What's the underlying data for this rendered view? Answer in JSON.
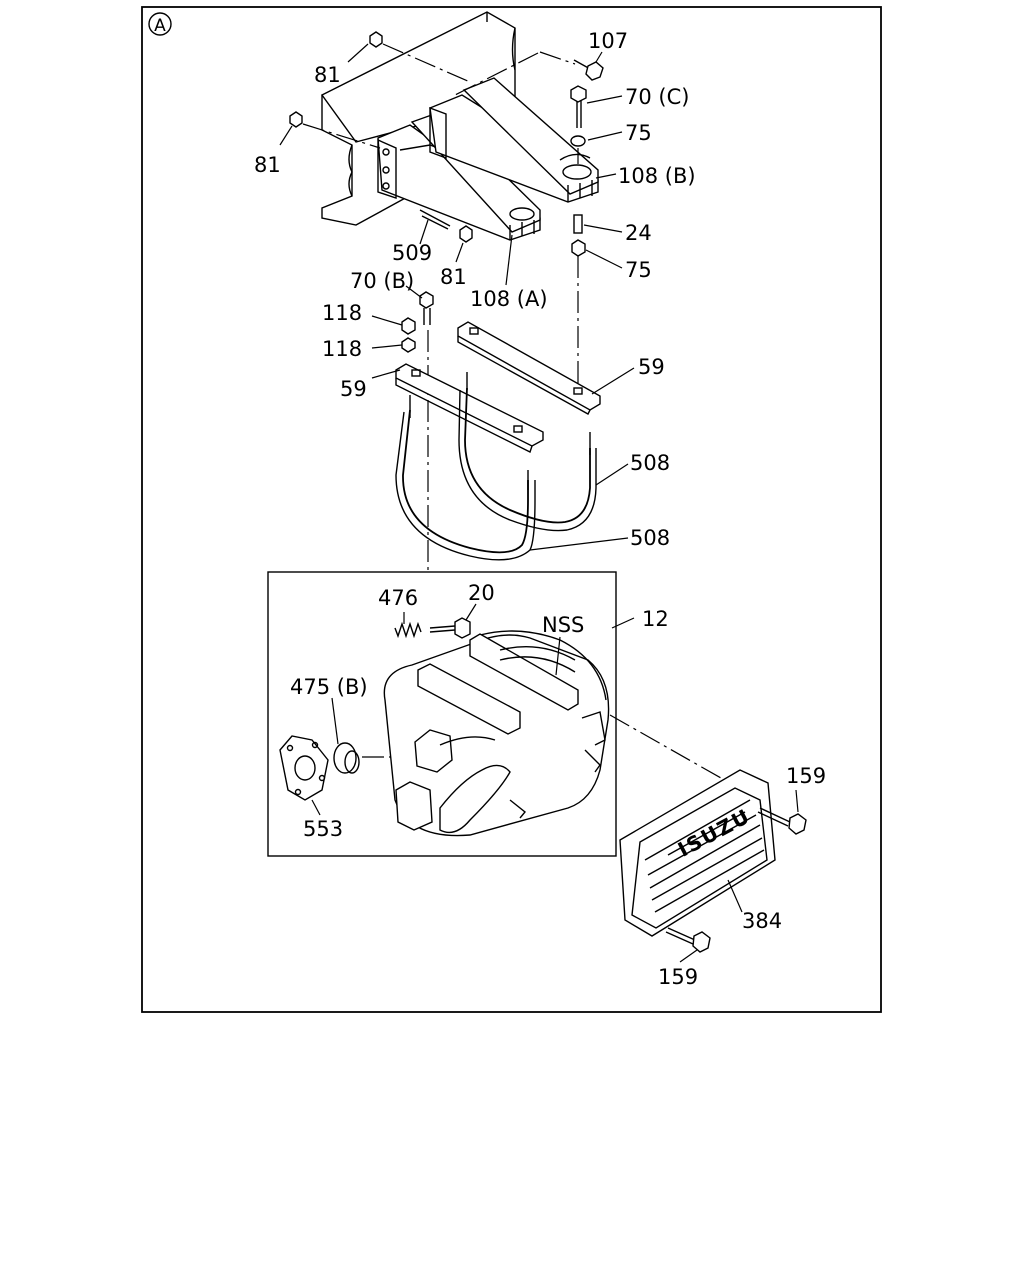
{
  "diagram": {
    "view_marker": "A",
    "inset_callout": "12",
    "callouts": [
      {
        "id": "c-81-top",
        "text": "81"
      },
      {
        "id": "c-81-left",
        "text": "81"
      },
      {
        "id": "c-107",
        "text": "107"
      },
      {
        "id": "c-70c",
        "text": "70 (C)"
      },
      {
        "id": "c-75-top",
        "text": "75"
      },
      {
        "id": "c-108b",
        "text": "108 (B)"
      },
      {
        "id": "c-24",
        "text": "24"
      },
      {
        "id": "c-75-bot",
        "text": "75"
      },
      {
        "id": "c-509",
        "text": "509"
      },
      {
        "id": "c-81-mid",
        "text": "81"
      },
      {
        "id": "c-108a",
        "text": "108 (A)"
      },
      {
        "id": "c-70b",
        "text": "70 (B)"
      },
      {
        "id": "c-118-top",
        "text": "118"
      },
      {
        "id": "c-118-bot",
        "text": "118"
      },
      {
        "id": "c-59-right",
        "text": "59"
      },
      {
        "id": "c-59-left",
        "text": "59"
      },
      {
        "id": "c-508-top",
        "text": "508"
      },
      {
        "id": "c-508-bot",
        "text": "508"
      },
      {
        "id": "c-476",
        "text": "476"
      },
      {
        "id": "c-20",
        "text": "20"
      },
      {
        "id": "c-nss",
        "text": "NSS"
      },
      {
        "id": "c-475b",
        "text": "475 (B)"
      },
      {
        "id": "c-553",
        "text": "553"
      },
      {
        "id": "c-159-top",
        "text": "159"
      },
      {
        "id": "c-384",
        "text": "384"
      },
      {
        "id": "c-159-bot",
        "text": "159"
      }
    ],
    "brand_mark": "ISUZU"
  }
}
